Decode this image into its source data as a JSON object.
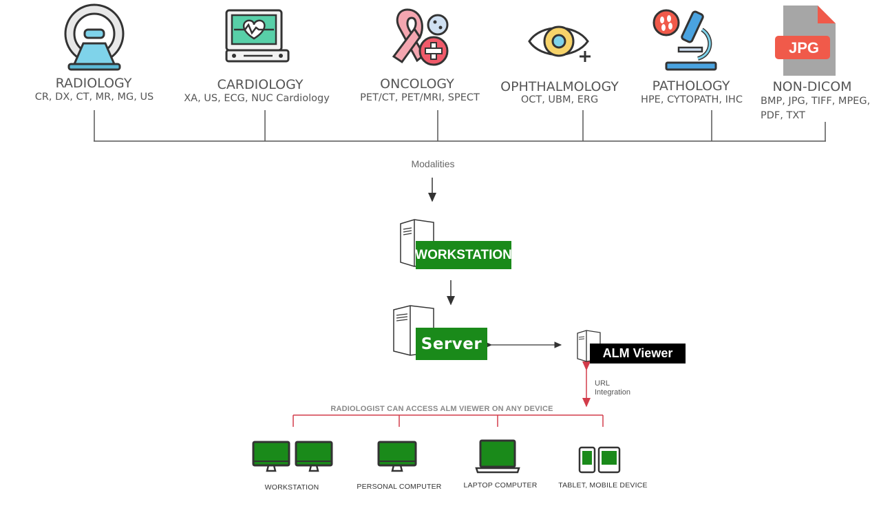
{
  "modalities": [
    {
      "id": "radiology",
      "title": "RADIOLOGY",
      "sub": "CR, DX, CT, MR, MG, US",
      "icon": "ct-scanner-icon"
    },
    {
      "id": "cardiology",
      "title": "CARDIOLOGY",
      "sub": "XA, US, ECG, NUC Cardiology",
      "icon": "heart-monitor-icon"
    },
    {
      "id": "oncology",
      "title": "ONCOLOGY",
      "sub": "PET/CT, PET/MRI, SPECT",
      "icon": "cancer-ribbon-icon"
    },
    {
      "id": "ophthalmology",
      "title": "OPHTHALMOLOGY",
      "sub": "OCT, UBM, ERG",
      "icon": "eye-icon"
    },
    {
      "id": "pathology",
      "title": "PATHOLOGY",
      "sub": "HPE, CYTOPATH, IHC",
      "icon": "microscope-icon"
    },
    {
      "id": "non-dicom",
      "title": "NON-DICOM",
      "sub": "BMP, JPG, TIFF, MPEG, PDF, TXT",
      "icon": "jpg-file-icon",
      "icon_text": "JPG"
    }
  ],
  "modalities_label": "Modalities",
  "workstation_label": "WORKSTATION",
  "server_label": "Server",
  "viewer_label": "ALM Viewer",
  "url_integration": "URL Integration",
  "access_label": "RADIOLOGIST CAN ACCESS ALM VIEWER ON ANY DEVICE",
  "devices": [
    {
      "id": "workstation",
      "label": "WORKSTATION",
      "icon": "dual-monitor-icon"
    },
    {
      "id": "personal-computer",
      "label": "PERSONAL COMPUTER",
      "icon": "monitor-icon"
    },
    {
      "id": "laptop",
      "label": "LAPTOP COMPUTER",
      "icon": "laptop-icon"
    },
    {
      "id": "tablet",
      "label": "TABLET, MOBILE DEVICE",
      "icon": "tablet-phone-icon"
    }
  ],
  "colors": {
    "green": "#1a8a1a",
    "black": "#000000",
    "red": "#d23c4a",
    "text": "#555555"
  }
}
